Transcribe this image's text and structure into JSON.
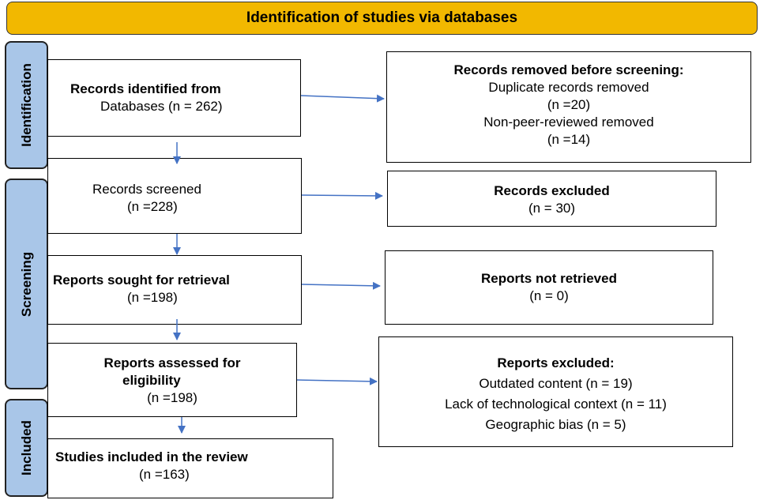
{
  "header": {
    "title": "Identification of studies via databases"
  },
  "phases": {
    "identification": "Identification",
    "screening": "Screening",
    "included": "Included"
  },
  "left": {
    "identified": {
      "title": "Records identified from",
      "line2": "Databases (n = 262)"
    },
    "screened": {
      "title": "Records screened",
      "line2": "(n =228)"
    },
    "sought": {
      "title": "Reports sought for retrieval",
      "line2": "(n =198)"
    },
    "assessed": {
      "title1": "Reports assessed for",
      "title2": "eligibility",
      "line3": "(n =198)"
    },
    "included": {
      "title": "Studies included in the review",
      "line2": "(n =163)"
    }
  },
  "right": {
    "removed": {
      "title": "Records removed before screening:",
      "l1": "Duplicate records removed",
      "l2": "(n =20)",
      "l3": "Non-peer-reviewed removed",
      "l4": "(n =14)"
    },
    "excluded": {
      "title": "Records excluded",
      "line2": "(n = 30)"
    },
    "not_retrieved": {
      "title": "Reports not retrieved",
      "line2": "(n = 0)"
    },
    "reports_excluded": {
      "title": "Reports excluded:",
      "l1": "Outdated content (n = 19)",
      "l2": "Lack of technological context (n = 11)",
      "l3": "Geographic bias (n = 5)"
    }
  },
  "colors": {
    "header": "#f2b800",
    "phase": "#a9c6e8",
    "arrow": "#4472c4"
  }
}
